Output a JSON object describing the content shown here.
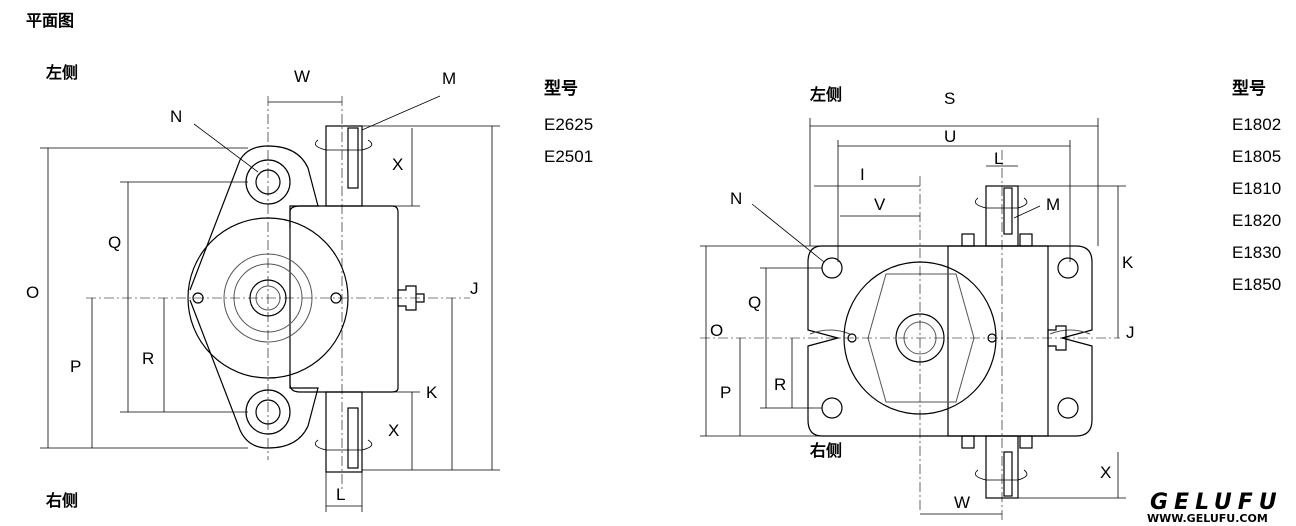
{
  "page": {
    "title": "平面图"
  },
  "left_view": {
    "side_left": "左侧",
    "side_right": "右侧",
    "dims": {
      "W": "W",
      "M": "M",
      "N": "N",
      "X_top": "X",
      "X_bottom": "X",
      "Q": "Q",
      "O": "O",
      "P": "P",
      "R": "R",
      "J": "J",
      "K": "K",
      "L": "L"
    },
    "model_header": "型号",
    "models": [
      "E2625",
      "E2501"
    ]
  },
  "right_view": {
    "side_left": "左侧",
    "side_right": "右侧",
    "dims": {
      "S": "S",
      "U": "U",
      "L": "L",
      "I": "I",
      "V": "V",
      "M": "M",
      "N": "N",
      "K": "K",
      "Q": "Q",
      "O": "O",
      "J": "J",
      "P": "P",
      "R": "R",
      "X": "X",
      "W": "W"
    },
    "model_header": "型号",
    "models": [
      "E1802",
      "E1805",
      "E1810",
      "E1820",
      "E1830",
      "E1850"
    ]
  },
  "brand": {
    "logo": "GELUFU",
    "url": "WWW.GELUFU.COM"
  }
}
